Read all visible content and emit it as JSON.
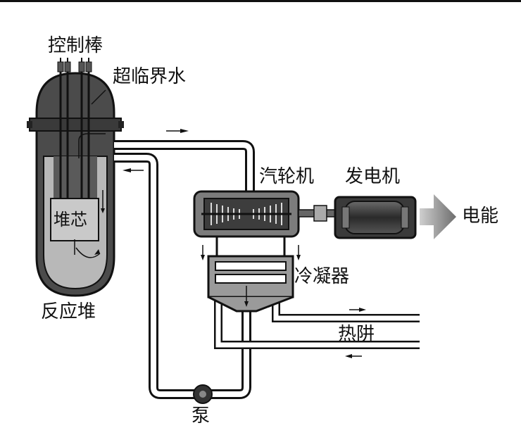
{
  "labels": {
    "control_rods": "控制棒",
    "supercritical_water": "超临界水",
    "reactor_core": "堆芯",
    "reactor": "反应堆",
    "turbine": "汽轮机",
    "generator": "发电机",
    "electricity": "电能",
    "condenser": "冷凝器",
    "heat_sink": "热阱",
    "pump": "泵"
  },
  "colors": {
    "line": "#111111",
    "vessel_dark": "#4a4a4a",
    "vessel_mid": "#8c8c8c",
    "vessel_light": "#bfbfbf",
    "pipe_fill": "#ffffff",
    "arrow_fill": "#8a8a8a"
  }
}
